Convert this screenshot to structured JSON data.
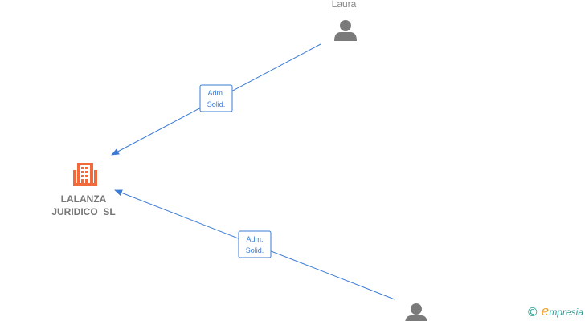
{
  "colors": {
    "edge": "#3a7bd5",
    "company": "#f26a3b",
    "person": "#7a7a7a",
    "brand_teal": "#2a9d8f",
    "brand_orange": "#f0a020"
  },
  "company": {
    "name_line1": "LALANZA",
    "name_line2": "JURIDICO  SL",
    "icon": "building-icon"
  },
  "persons": [
    {
      "name": "Laura",
      "icon": "person-icon"
    },
    {
      "name": "",
      "icon": "person-icon"
    }
  ],
  "edges": [
    {
      "label_line1": "Adm.",
      "label_line2": "Solid."
    },
    {
      "label_line1": "Adm.",
      "label_line2": "Solid."
    }
  ],
  "watermark": {
    "copyright": "©",
    "brand_first": "e",
    "brand_rest": "mpresia"
  }
}
